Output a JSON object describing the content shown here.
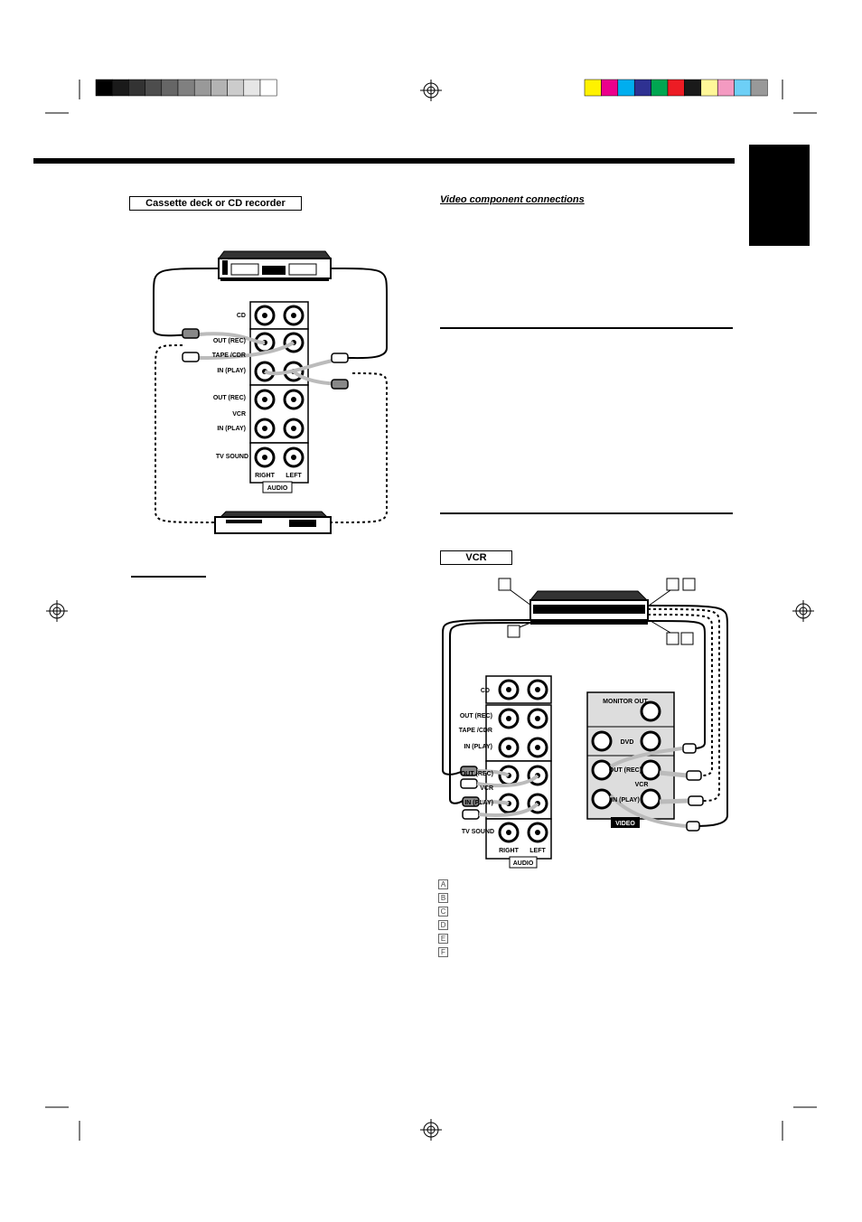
{
  "swatches": {
    "gray": [
      "#000000",
      "#1a1a1a",
      "#333333",
      "#4d4d4d",
      "#666666",
      "#808080",
      "#999999",
      "#b3b3b3",
      "#cccccc",
      "#e6e6e6",
      "#ffffff"
    ],
    "color": [
      "#fff200",
      "#ec008c",
      "#00aeef",
      "#2e3192",
      "#00a651",
      "#ed1c24",
      "#1a1a1a",
      "#fff799",
      "#f49ac1",
      "#6dcff6",
      "#999999"
    ]
  },
  "cassette_section": {
    "title": "Cassette deck or CD recorder",
    "jack_labels": [
      "CD",
      "OUT (REC)",
      "TAPE /CDR",
      "IN (PLAY)",
      "OUT (REC)",
      "VCR",
      "IN (PLAY)",
      "TV SOUND"
    ],
    "bottom_labels": {
      "right": "RIGHT",
      "left": "LEFT",
      "audio": "AUDIO"
    }
  },
  "video_section": {
    "heading": "Video component connections"
  },
  "vcr_section": {
    "title": "VCR",
    "jack_labels": [
      "CD",
      "OUT (REC)",
      "TAPE /CDR",
      "IN (PLAY)",
      "OUT (REC)",
      "VCR",
      "IN (PLAY)",
      "TV SOUND"
    ],
    "bottom_labels": {
      "right": "RIGHT",
      "left": "LEFT",
      "audio": "AUDIO"
    },
    "video_panel_labels": {
      "monitor": "MONITOR OUT",
      "dvd": "DVD",
      "out": "OUT (REC)",
      "vcr": "VCR",
      "in": "IN (PLAY)",
      "video": "VIDEO"
    },
    "legend": [
      "A",
      "B",
      "C",
      "D",
      "E",
      "F"
    ]
  }
}
